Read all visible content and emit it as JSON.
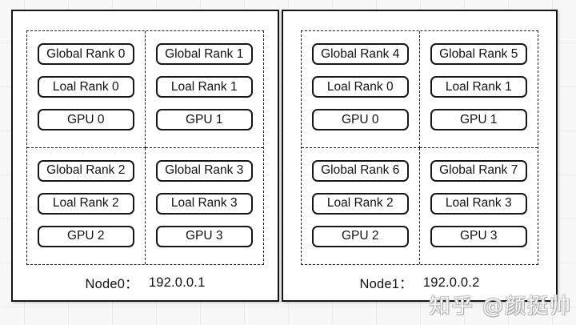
{
  "nodes": [
    {
      "name": "Node0：",
      "ip": "192.0.0.1",
      "gpus": [
        {
          "global_rank": "Global Rank 0",
          "local_rank": "Loal Rank 0",
          "gpu": "GPU 0"
        },
        {
          "global_rank": "Global Rank 1",
          "local_rank": "Loal Rank 1",
          "gpu": "GPU 1"
        },
        {
          "global_rank": "Global Rank 2",
          "local_rank": "Loal Rank 2",
          "gpu": "GPU 2"
        },
        {
          "global_rank": "Global Rank 3",
          "local_rank": "Loal Rank 3",
          "gpu": "GPU 3"
        }
      ]
    },
    {
      "name": "Node1：",
      "ip": "192.0.0.2",
      "gpus": [
        {
          "global_rank": "Global Rank 4",
          "local_rank": "Loal Rank 0",
          "gpu": "GPU 0"
        },
        {
          "global_rank": "Global Rank 5",
          "local_rank": "Loal Rank 1",
          "gpu": "GPU 1"
        },
        {
          "global_rank": "Global Rank 6",
          "local_rank": "Loal Rank 2",
          "gpu": "GPU 2"
        },
        {
          "global_rank": "Global Rank 7",
          "local_rank": "Loal Rank 3",
          "gpu": "GPU 3"
        }
      ]
    }
  ],
  "watermark": {
    "text": "知乎 @颜挺帅"
  },
  "colors": {
    "background": "#f7f7f7",
    "grid_line": "#ebebeb",
    "box_border": "#141414",
    "box_fill": "#ffffff",
    "watermark": "#dddddd"
  }
}
